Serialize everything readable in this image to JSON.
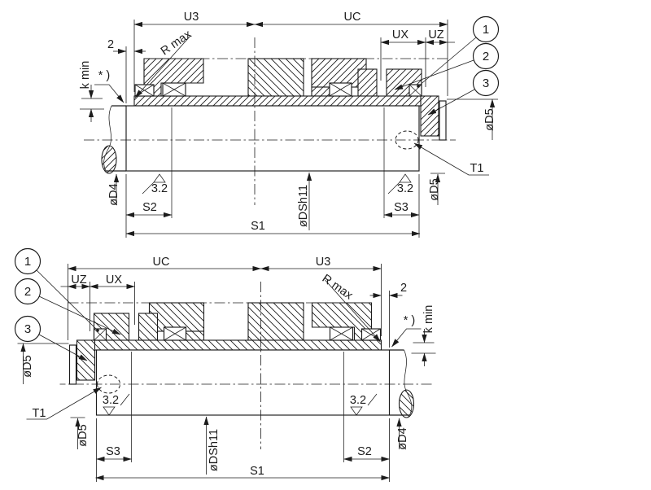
{
  "colors": {
    "background": "#ffffff",
    "line": "#1c1c1c"
  },
  "labels": {
    "u3": "U3",
    "uc": "UC",
    "ux": "UX",
    "uz": "UZ",
    "dim_2": "2",
    "r_max": "R max",
    "k_min": "k min",
    "footnote": "* )",
    "d4": "øD4",
    "d5": "øD5",
    "dsh11": "øDSh11",
    "s1": "S1",
    "s2": "S2",
    "s3": "S3",
    "t1": "T1",
    "roughness": "3.2",
    "balloon_1": "1",
    "balloon_2": "2",
    "balloon_3": "3"
  }
}
